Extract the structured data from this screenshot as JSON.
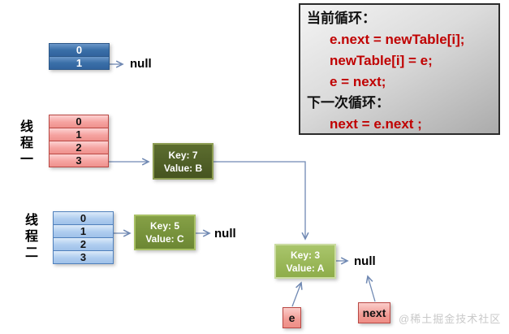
{
  "code_box": {
    "line1": "当前循环：",
    "line2": "e.next = newTable[i];",
    "line3": "newTable[i] = e;",
    "line4": "e = next;",
    "line5": "下一次循环：",
    "line6": "next = e.next ;"
  },
  "initial_table": {
    "rows": [
      "0",
      "1"
    ],
    "null_label": "null"
  },
  "thread1": {
    "label": "线程一",
    "rows": [
      "0",
      "1",
      "2",
      "3"
    ]
  },
  "thread2": {
    "label": "线程二",
    "rows": [
      "0",
      "1",
      "2",
      "3"
    ]
  },
  "nodes": {
    "key7": {
      "key": "Key: 7",
      "value": "Value: B"
    },
    "key5": {
      "key": "Key: 5",
      "value": "Value: C",
      "null_label": "null"
    },
    "key3": {
      "key": "Key: 3",
      "value": "Value: A",
      "null_label": "null"
    }
  },
  "pointers": {
    "e": "e",
    "next": "next"
  },
  "watermark": "@稀土掘金技术社区",
  "colors": {
    "code_red": "#C00000",
    "arrow": "#7089B3",
    "steel_blue": "#3A6FA8",
    "pink": "#F5A3A0",
    "light_blue": "#AFCDEF",
    "olive_dark": "#4E5E26",
    "olive_mid": "#77933C",
    "olive_light": "#9BBB59"
  }
}
